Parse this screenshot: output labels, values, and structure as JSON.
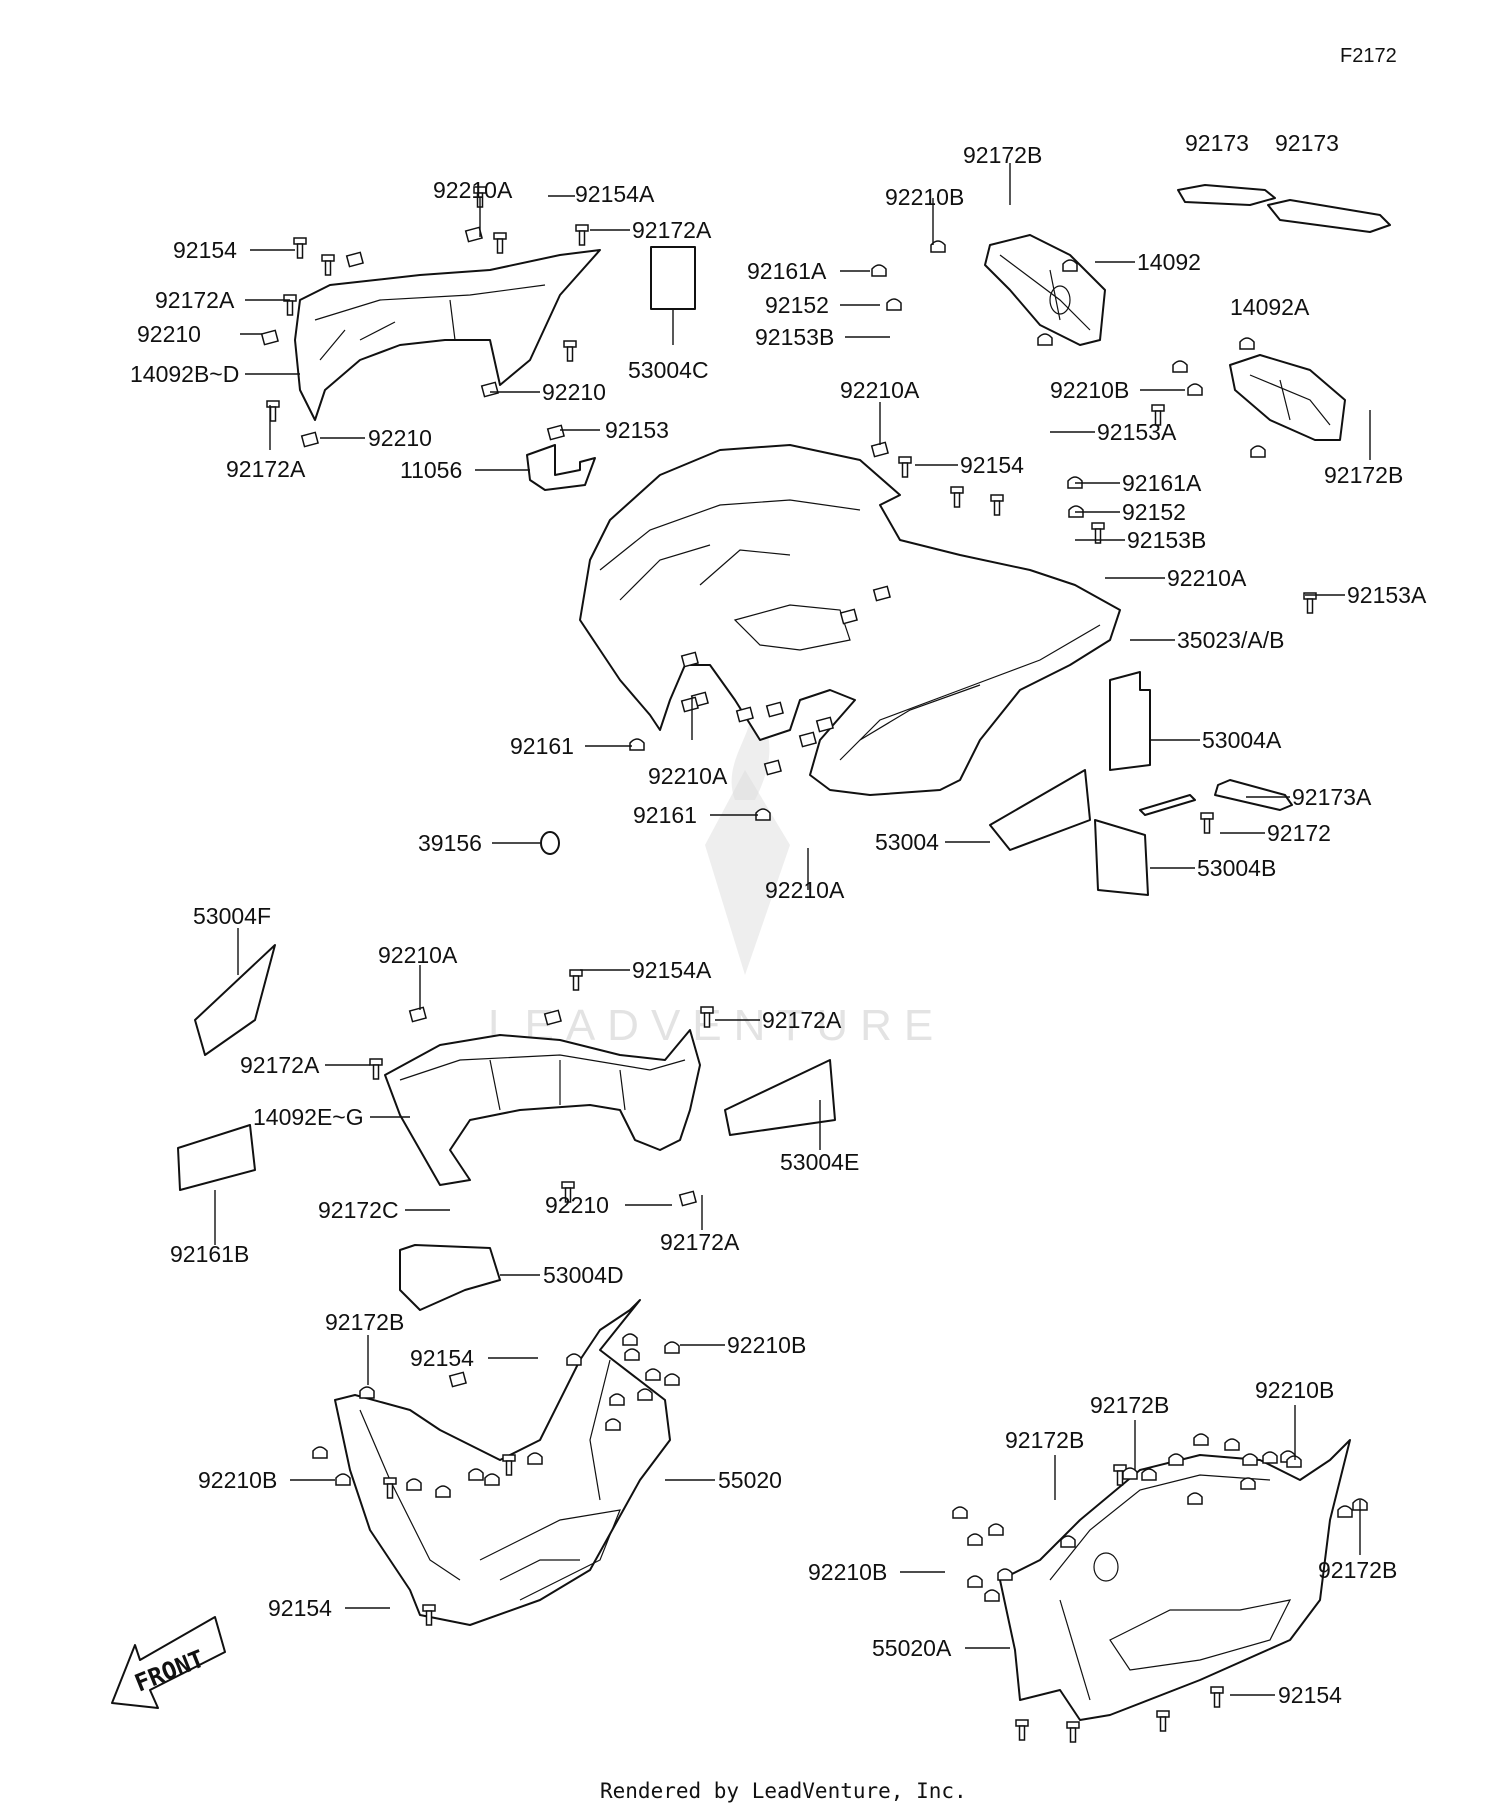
{
  "diagram_id": "F2172",
  "footer": "Rendered by LeadVenture, Inc.",
  "watermark": "LEADVENTURE",
  "front_arrow_label": "FRONT",
  "labels": {
    "l_92210A_1": "92210A",
    "l_92154A_1": "92154A",
    "l_92172A_1": "92172A",
    "l_92154_1": "92154",
    "l_92172A_2": "92172A",
    "l_92210_1": "92210",
    "l_14092BD": "14092B~D",
    "l_92210_2": "92210",
    "l_92172A_3": "92172A",
    "l_92210_3": "92210",
    "l_92153": "92153",
    "l_11056": "11056",
    "l_53004C": "53004C",
    "l_92172B_1": "92172B",
    "l_92210B_1": "92210B",
    "l_92161A_1": "92161A",
    "l_92152_1": "92152",
    "l_92153B_1": "92153B",
    "l_14092": "14092",
    "l_92173_1": "92173",
    "l_92173_2": "92173",
    "l_14092A": "14092A",
    "l_92210B_2": "92210B",
    "l_92172B_2": "92172B",
    "l_92153A_1": "92153A",
    "l_92210A_2": "92210A",
    "l_92154_2": "92154",
    "l_92161A_2": "92161A",
    "l_92152_2": "92152",
    "l_92153B_2": "92153B",
    "l_92210A_3": "92210A",
    "l_92153A_2": "92153A",
    "l_35023": "35023/A/B",
    "l_53004A": "53004A",
    "l_92161_1": "92161",
    "l_92210A_4": "92210A",
    "l_92173A": "92173A",
    "l_92161_2": "92161",
    "l_92172_1": "92172",
    "l_39156": "39156",
    "l_53004": "53004",
    "l_53004B": "53004B",
    "l_92210A_5": "92210A",
    "l_53004F": "53004F",
    "l_92210A_6": "92210A",
    "l_92154A_2": "92154A",
    "l_92172A_4": "92172A",
    "l_92172A_5": "92172A",
    "l_14092EG": "14092E~G",
    "l_53004E": "53004E",
    "l_92161B": "92161B",
    "l_92172C": "92172C",
    "l_92210_4": "92210",
    "l_92172A_6": "92172A",
    "l_53004D": "53004D",
    "l_92172B_3": "92172B",
    "l_92154_3": "92154",
    "l_92210B_3": "92210B",
    "l_92210B_4": "92210B",
    "l_55020": "55020",
    "l_92154_4": "92154",
    "l_92210B_5": "92210B",
    "l_92172B_4": "92172B",
    "l_92172B_5": "92172B",
    "l_92210B_6": "92210B",
    "l_92172B_6": "92172B",
    "l_55020A": "55020A",
    "l_92154_5": "92154"
  },
  "colors": {
    "line": "#111111",
    "background": "#ffffff",
    "watermark": "#d9d9d9"
  }
}
